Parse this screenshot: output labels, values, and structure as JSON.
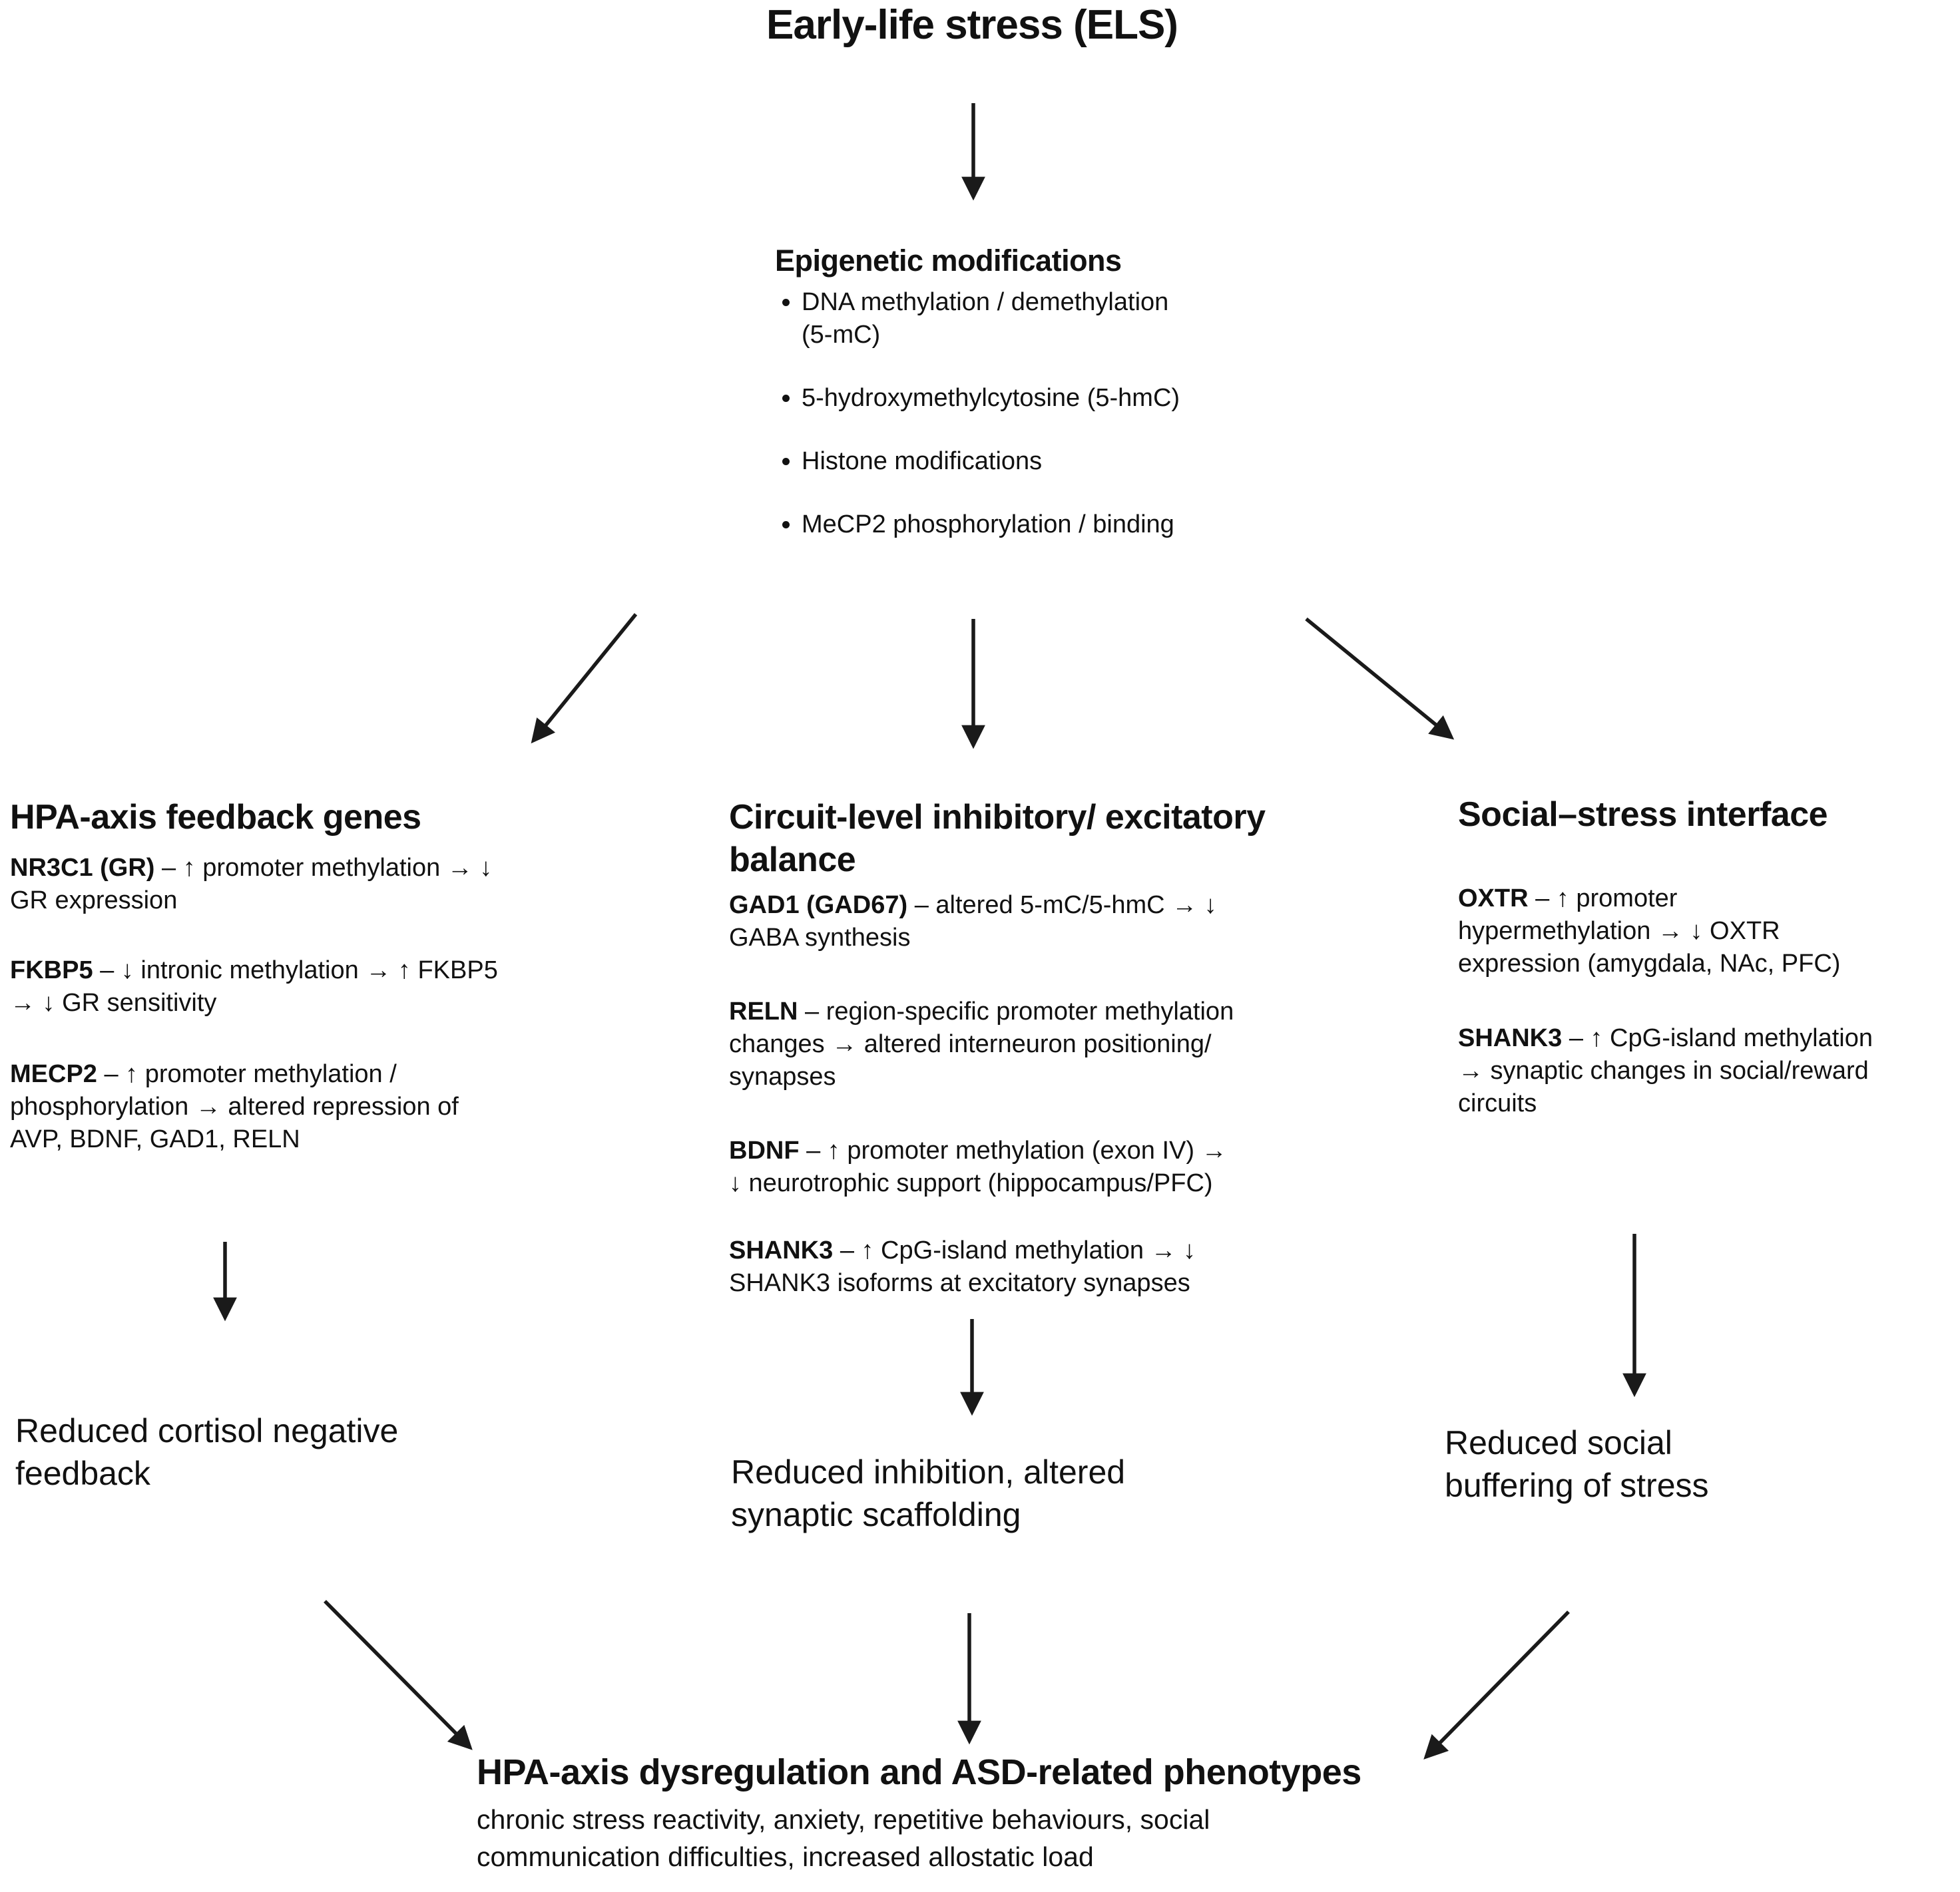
{
  "page": {
    "background": "#ffffff",
    "text_color": "#111111",
    "arrow_color": "#1a1a1a"
  },
  "header": {
    "title": "Early-life stress (ELS)"
  },
  "epigenetic": {
    "heading": "Epigenetic modifications",
    "bullets": [
      "DNA methylation / demethylation\n(5-mC)",
      "5-hydroxymethylcytosine (5-hmC)",
      "Histone modifications",
      "MeCP2 phosphorylation / binding"
    ]
  },
  "columns": [
    {
      "title": "HPA-axis feedback genes",
      "entries": [
        {
          "gene": "NR3C1 (GR)",
          "effect": "– ↑ promoter methylation → ↓\nGR expression"
        },
        {
          "gene": "FKBP5",
          "effect": "– ↓ intronic methylation → ↑ FKBP5\n→ ↓ GR sensitivity"
        },
        {
          "gene": "MECP2",
          "effect": "– ↑ promoter methylation /\nphosphorylation → altered repression of\nAVP, BDNF, GAD1, RELN"
        }
      ],
      "outcome": "Reduced cortisol negative\nfeedback"
    },
    {
      "title": "Circuit-level inhibitory/ excitatory\nbalance",
      "entries": [
        {
          "gene": "GAD1 (GAD67)",
          "effect": "– altered 5-mC/5-hmC → ↓\nGABA synthesis"
        },
        {
          "gene": "RELN",
          "effect": "– region-specific promoter methylation\nchanges → altered interneuron positioning/\nsynapses"
        },
        {
          "gene": "BDNF",
          "effect": "– ↑ promoter methylation (exon IV) →\n↓ neurotrophic support (hippocampus/PFC)"
        },
        {
          "gene": "SHANK3",
          "effect": "– ↑ CpG-island methylation → ↓\nSHANK3 isoforms at excitatory synapses"
        }
      ],
      "outcome": "Reduced inhibition, altered\nsynaptic scaffolding"
    },
    {
      "title": "Social–stress interface",
      "entries": [
        {
          "gene": "OXTR",
          "effect": "– ↑ promoter\nhypermethylation → ↓ OXTR\nexpression (amygdala, NAc, PFC)"
        },
        {
          "gene": "SHANK3",
          "effect": "– ↑ CpG-island methylation\n→ synaptic changes in social/reward\ncircuits"
        }
      ],
      "outcome": "Reduced social\nbuffering of stress"
    }
  ],
  "footer": {
    "title": "HPA-axis dysregulation and ASD-related phenotypes",
    "subtitle": "chronic stress reactivity, anxiety, repetitive behaviours, social\ncommunication difficulties, increased allostatic load"
  }
}
